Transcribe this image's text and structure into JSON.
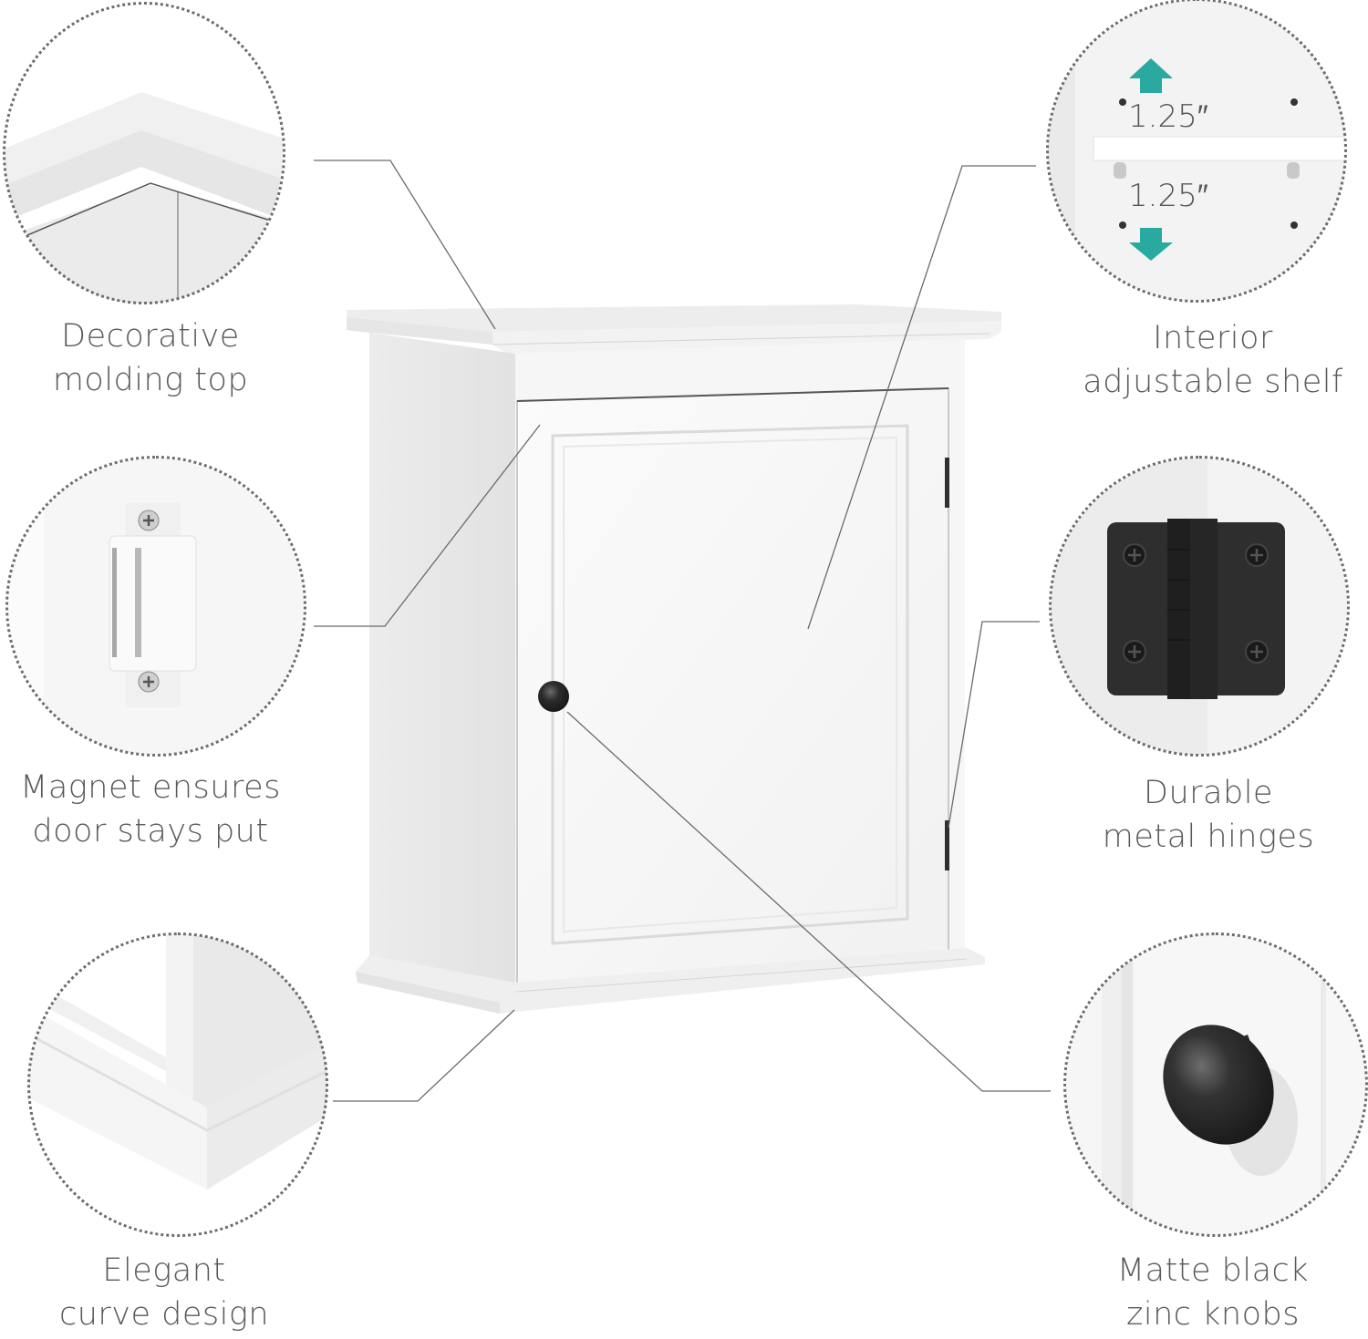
{
  "features": [
    {
      "id": "molding",
      "line1": "Decorative",
      "line2": "molding top",
      "icon": "molding-corner-icon"
    },
    {
      "id": "shelf",
      "line1": "Interior",
      "line2": "adjustable shelf",
      "icon": "shelf-icon",
      "dimension_up": "1.25″",
      "dimension_down": "1.25″"
    },
    {
      "id": "magnet",
      "line1": "Magnet ensures",
      "line2": "door stays put",
      "icon": "magnet-catch-icon"
    },
    {
      "id": "hinge",
      "line1": "Durable",
      "line2": "metal hinges",
      "icon": "hinge-icon"
    },
    {
      "id": "curve",
      "line1": "Elegant",
      "line2": "curve design",
      "icon": "base-molding-icon"
    },
    {
      "id": "knob",
      "line1": "Matte black",
      "line2": "zinc knobs",
      "icon": "knob-icon"
    }
  ],
  "colors": {
    "accent_arrow": "#2aa9a0",
    "caption_text": "#5a5a5a",
    "leader_line": "#6a6a6a",
    "cabinet_white": "#f4f4f4",
    "hardware_black": "#2b2b2b"
  }
}
